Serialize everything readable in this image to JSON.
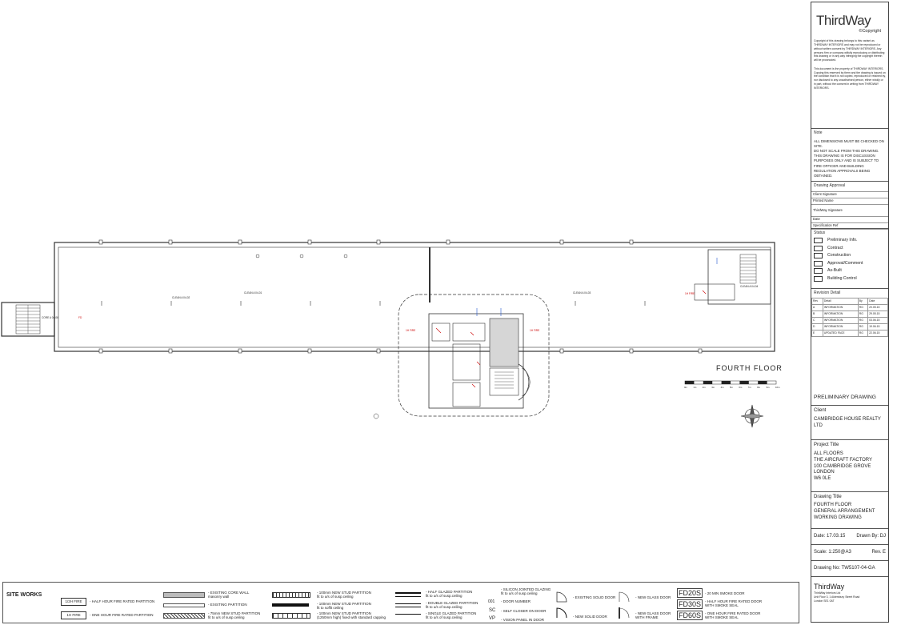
{
  "plan": {
    "floor_title": "FOURTH FLOOR",
    "room_tags": [
      {
        "name": "CLEAN A\n04-01",
        "id": "tag-1"
      },
      {
        "name": "CLEAN A\n04-02",
        "id": "tag-2"
      },
      {
        "name": "CLEAN A\n04-03",
        "id": "tag-3"
      },
      {
        "name": "CLEAN A\n04-04",
        "id": "tag-4"
      },
      {
        "name": "CORE A\n04-06",
        "id": "tag-5"
      }
    ],
    "scale_labels": [
      "0m",
      "1m",
      "2m",
      "3m",
      "4m",
      "5m",
      "6m",
      "7m",
      "8m",
      "9m",
      "10m"
    ]
  },
  "titleblock": {
    "logo": "ThirdWay",
    "copyright": "©Copyright",
    "copyright_text": "Copyright of this drawing belongs to this variant as THIRDWAY INTERIORS and may not be reproduced or without written consent by THIRDWAY INTERIORS. Any persons firm or company wilfully reproducing or distributing this drawing or in any way infringing the copyright therein will be prosecuted.",
    "property_text": "This document is the property of THIRDWAY INTERIORS. Copying this reserved by them and the drawing is issued on the condition that it is not copied, reproduced or retained by, nor disclosed to any unauthorised person, either wholly or in part, without the consent in writing from THIRDWAY INTERIORS.",
    "note_head": "Note",
    "note_text": "ALL DIMENSIONS MUST BE CHECKED ON SITE.\nDO NOT SCALE FROM THIS DRAWING.\nTHIS DRAWING IS FOR DISCUSSION PURPOSES ONLY AND IS SUBJECT TO FIRE OFFICER AND BUILDING REGULATION APPROVALS BEING OBTAINED.",
    "approval_head": "Drawing Approval",
    "approval_rows": [
      "Client Signature",
      "Printed Name",
      "ThirdWay Signature",
      "Date",
      "Specification Ref"
    ],
    "status_head": "Status",
    "status_items": [
      "Preliminary Info.",
      "Contract",
      "Construction",
      "Approval/Comment",
      "As-Built",
      "Building Control"
    ],
    "revision_head": "Revision Detail",
    "revision_cols": [
      "Rev",
      "Detail",
      "By",
      "Date"
    ],
    "revisions": [
      [
        "A",
        "INFORMATION",
        "RG",
        "20.05.15"
      ],
      [
        "B",
        "INFORMATION",
        "RG",
        "29.05.15"
      ],
      [
        "C",
        "INFORMATION",
        "RG",
        "03.06.15"
      ],
      [
        "D",
        "INFORMATION",
        "RG",
        "19.06.15"
      ],
      [
        "E",
        "UPDATED FACE",
        "RG",
        "22.06.15"
      ]
    ],
    "stage": "PRELIMINARY DRAWING",
    "client_head": "Client",
    "client": "CAMBRIDGE HOUSE REALTY LTD",
    "project_head": "Project Title",
    "project": "ALL FLOORS\nTHE AIRCRAFT FACTORY\n100 CAMBRIDGE GROVE\nLONDON\nW6 0LE",
    "drawing_head": "Drawing Title",
    "drawing_title": "FOURTH FLOOR\nGENERAL ARRANGEMENT\nWORKING DRAWING",
    "date": "Date: 17.03.15",
    "drawn_by": "Drawn By: DJ",
    "scale": "Scale: 1:250@A3",
    "rev": "Rev. E",
    "drawing_no": "Drawing No: TW5107-04-GA",
    "footer_logo": "ThirdWay",
    "footer_text": "ThirdWay Interiors Ltd\nUnit Floor 3, 1 Aldersbury Street Road\nLondon SE1 0AT"
  },
  "legend": {
    "title": "SITE WORKS",
    "items": [
      {
        "key": "1/2H FIRE",
        "text": "- HALF HOUR FIRE RATED PARTITION"
      },
      {
        "key": "1H FIRE",
        "text": "- ONE HOUR FIRE RATED PARTITION"
      },
      {
        "text": "- EXISTING CORE WALL\nmasonry wall"
      },
      {
        "text": "- EXISTING PARTITION"
      },
      {
        "text": "- 75mm NEW STUD PARTITION\nfit to u/s of susp.ceiling"
      },
      {
        "text": "- 100mm NEW STUD PARTITION\nfit to u/s of susp.ceiling"
      },
      {
        "text": "- 100mm NEW STUD PARTITION\nfit to soffit ceiling"
      },
      {
        "text": "- 100mm NEW STUD PARTITION\n(1250mm high) fixed with standard capping"
      },
      {
        "text": "- HALF GLAZED PARTITION\nfit to u/s of susp.ceiling"
      },
      {
        "text": "- DOUBLE GLAZED PARTITION\nfit to u/s of susp.ceiling"
      },
      {
        "text": "- SINGLE GLAZED PARTITION\nfit to u/s of susp.ceiling"
      },
      {
        "key": "001",
        "text": "- DOOR NUMBER"
      },
      {
        "key": "SC",
        "text": "- SELF CLOSER ON DOOR"
      },
      {
        "key": "VP",
        "text": "- VISION PANEL IN DOOR"
      },
      {
        "text": "- SILICON JOINTED GLAZING\nfit to u/s of susp.ceiling"
      },
      {
        "text": "- EXISTING SOLID DOOR"
      },
      {
        "text": "- NEW SOLID DOOR"
      },
      {
        "text": "- NEW GLASS DOOR"
      },
      {
        "text": "- NEW GLASS DOOR\nWITH FRAME"
      },
      {
        "key": "FD20S",
        "text": "- 20 MIN SMOKE DOOR"
      },
      {
        "key": "FD30S",
        "text": "- HALF HOUR FIRE RATED DOOR\nWITH SMOKE SEAL"
      },
      {
        "key": "FD60S",
        "text": "- ONE HOUR FIRE RATED DOOR\nWITH SMOKE SEAL"
      }
    ]
  }
}
